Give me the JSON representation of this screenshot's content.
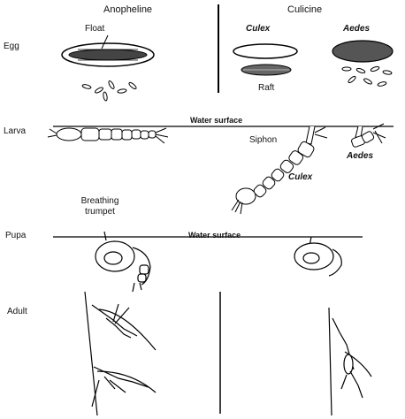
{
  "columns": {
    "left": "Anopheline",
    "right": "Culicine"
  },
  "genera": {
    "culex": "Culex",
    "aedes": "Aedes"
  },
  "stages": {
    "egg": "Egg",
    "larva": "Larva",
    "pupa": "Pupa",
    "adult": "Adult"
  },
  "annotations": {
    "float": "Float",
    "raft": "Raft",
    "water_surface_larva": "Water surface",
    "siphon": "Siphon",
    "larva_aedes": "Aedes",
    "larva_culex": "Culex",
    "breathing_trumpet": "Breathing trumpet",
    "water_surface_pupa": "Water surface"
  }
}
